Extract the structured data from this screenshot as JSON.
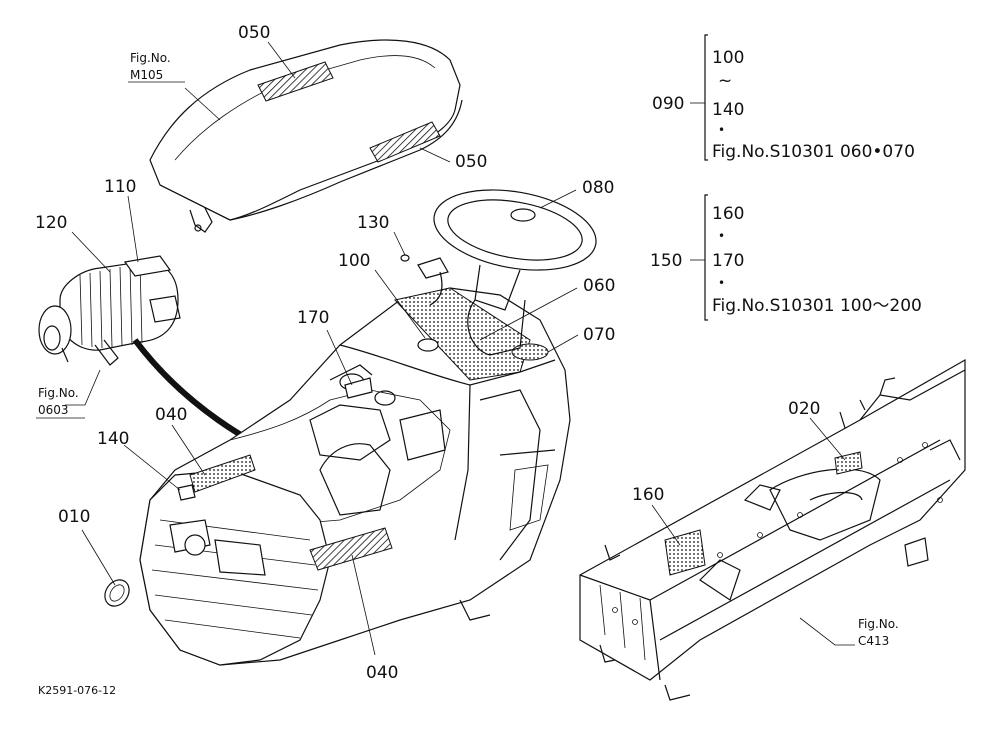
{
  "callouts": {
    "p050_top": "050",
    "p050_right": "050",
    "p110": "110",
    "p120": "120",
    "p130": "130",
    "p100": "100",
    "p080": "080",
    "p060": "060",
    "p070": "070",
    "p170": "170",
    "p040_top": "040",
    "p140": "140",
    "p010": "010",
    "p040_bottom": "040",
    "p020": "020",
    "p160": "160"
  },
  "fig_refs": {
    "m105_label": "Fig.No.",
    "m105_code": "M105",
    "f0603_label": "Fig.No.",
    "f0603_code": "0603",
    "c413_label": "Fig.No.",
    "c413_code": "C413"
  },
  "note_090": {
    "key": "090",
    "line1": "100",
    "tilde": "~",
    "line2": "140",
    "dot": "•",
    "line3": "Fig.No.S10301  060•070"
  },
  "note_150": {
    "key": "150",
    "line1": "160",
    "dot1": "•",
    "line2": "170",
    "dot2": "•",
    "line3": "Fig.No.S10301  100～200"
  },
  "drawing_code": "K2591-076-12"
}
